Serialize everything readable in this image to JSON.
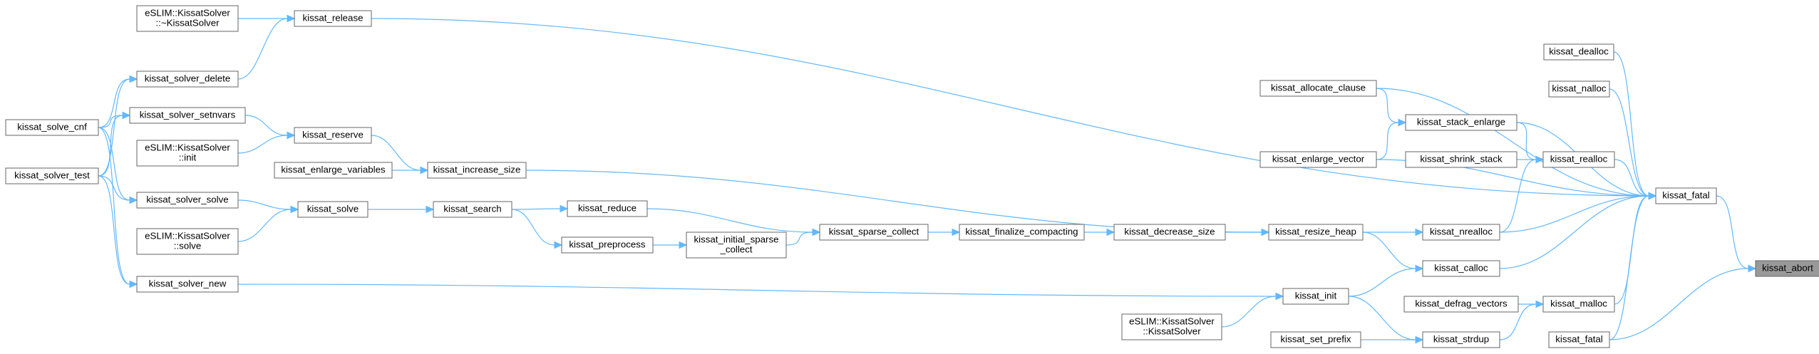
{
  "nodes": [
    {
      "id": "abort",
      "lines": [
        "kissat_abort"
      ],
      "root": true
    },
    {
      "id": "fatal_c",
      "lines": [
        "kissat_fatal"
      ]
    },
    {
      "id": "fatal_l",
      "lines": [
        "kissat_fatal"
      ]
    },
    {
      "id": "dealloc",
      "lines": [
        "kissat_dealloc"
      ]
    },
    {
      "id": "nalloc",
      "lines": [
        "kissat_nalloc"
      ]
    },
    {
      "id": "realloc",
      "lines": [
        "kissat_realloc"
      ]
    },
    {
      "id": "nrealloc",
      "lines": [
        "kissat_nrealloc"
      ]
    },
    {
      "id": "calloc",
      "lines": [
        "kissat_calloc"
      ]
    },
    {
      "id": "malloc",
      "lines": [
        "kissat_malloc"
      ]
    },
    {
      "id": "strdup",
      "lines": [
        "kissat_strdup"
      ]
    },
    {
      "id": "allocate_clause",
      "lines": [
        "kissat_allocate_clause"
      ]
    },
    {
      "id": "stack_enlarge",
      "lines": [
        "kissat_stack_enlarge"
      ]
    },
    {
      "id": "shrink_stack",
      "lines": [
        "kissat_shrink_stack"
      ]
    },
    {
      "id": "enlarge_vector",
      "lines": [
        "kissat_enlarge_vector"
      ]
    },
    {
      "id": "resize_heap",
      "lines": [
        "kissat_resize_heap"
      ]
    },
    {
      "id": "init",
      "lines": [
        "kissat_init"
      ]
    },
    {
      "id": "defrag_vectors",
      "lines": [
        "kissat_defrag_vectors"
      ]
    },
    {
      "id": "set_prefix",
      "lines": [
        "kissat_set_prefix"
      ]
    },
    {
      "id": "eslim_ctor",
      "lines": [
        "eSLIM::KissatSolver",
        "::KissatSolver"
      ]
    },
    {
      "id": "decrease_size",
      "lines": [
        "kissat_decrease_size"
      ]
    },
    {
      "id": "finalize_compacting",
      "lines": [
        "kissat_finalize_compacting"
      ]
    },
    {
      "id": "sparse_collect",
      "lines": [
        "kissat_sparse_collect"
      ]
    },
    {
      "id": "initial_sparse",
      "lines": [
        "kissat_initial_sparse",
        "_collect"
      ]
    },
    {
      "id": "reduce",
      "lines": [
        "kissat_reduce"
      ]
    },
    {
      "id": "preprocess",
      "lines": [
        "kissat_preprocess"
      ]
    },
    {
      "id": "search",
      "lines": [
        "kissat_search"
      ]
    },
    {
      "id": "increase_size",
      "lines": [
        "kissat_increase_size"
      ]
    },
    {
      "id": "enlarge_variables",
      "lines": [
        "kissat_enlarge_variables"
      ]
    },
    {
      "id": "reserve",
      "lines": [
        "kissat_reserve"
      ]
    },
    {
      "id": "solve",
      "lines": [
        "kissat_solve"
      ]
    },
    {
      "id": "release",
      "lines": [
        "kissat_release"
      ]
    },
    {
      "id": "solver_delete",
      "lines": [
        "kissat_solver_delete"
      ]
    },
    {
      "id": "solver_setnvars",
      "lines": [
        "kissat_solver_setnvars"
      ]
    },
    {
      "id": "eslim_init",
      "lines": [
        "eSLIM::KissatSolver",
        "::init"
      ]
    },
    {
      "id": "solver_solve",
      "lines": [
        "kissat_solver_solve"
      ]
    },
    {
      "id": "eslim_solve",
      "lines": [
        "eSLIM::KissatSolver",
        "::solve"
      ]
    },
    {
      "id": "solver_new",
      "lines": [
        "kissat_solver_new"
      ]
    },
    {
      "id": "eslim_dtor",
      "lines": [
        "eSLIM::KissatSolver",
        "::~KissatSolver"
      ]
    },
    {
      "id": "solve_cnf",
      "lines": [
        "kissat_solve_cnf"
      ]
    },
    {
      "id": "solver_test",
      "lines": [
        "kissat_solver_test"
      ]
    }
  ],
  "edges": [
    [
      "fatal_c",
      "abort"
    ],
    [
      "fatal_l",
      "abort"
    ],
    [
      "dealloc",
      "fatal_c"
    ],
    [
      "nalloc",
      "fatal_c"
    ],
    [
      "realloc",
      "fatal_c"
    ],
    [
      "nrealloc",
      "fatal_c"
    ],
    [
      "calloc",
      "fatal_c"
    ],
    [
      "malloc",
      "fatal_c"
    ],
    [
      "fatal_l",
      "fatal_c"
    ],
    [
      "allocate_clause",
      "fatal_c"
    ],
    [
      "stack_enlarge",
      "fatal_c"
    ],
    [
      "enlarge_vector",
      "fatal_c"
    ],
    [
      "release",
      "fatal_c"
    ],
    [
      "stack_enlarge",
      "realloc"
    ],
    [
      "shrink_stack",
      "realloc"
    ],
    [
      "nrealloc",
      "realloc"
    ],
    [
      "allocate_clause",
      "stack_enlarge"
    ],
    [
      "enlarge_vector",
      "stack_enlarge"
    ],
    [
      "resize_heap",
      "nrealloc"
    ],
    [
      "resize_heap",
      "calloc"
    ],
    [
      "init",
      "calloc"
    ],
    [
      "defrag_vectors",
      "malloc"
    ],
    [
      "strdup",
      "malloc"
    ],
    [
      "init",
      "strdup"
    ],
    [
      "set_prefix",
      "strdup"
    ],
    [
      "eslim_ctor",
      "init"
    ],
    [
      "solver_new",
      "init"
    ],
    [
      "decrease_size",
      "resize_heap"
    ],
    [
      "increase_size",
      "resize_heap"
    ],
    [
      "finalize_compacting",
      "decrease_size"
    ],
    [
      "sparse_collect",
      "finalize_compacting"
    ],
    [
      "reduce",
      "sparse_collect"
    ],
    [
      "initial_sparse",
      "sparse_collect"
    ],
    [
      "preprocess",
      "initial_sparse"
    ],
    [
      "search",
      "reduce"
    ],
    [
      "search",
      "preprocess"
    ],
    [
      "enlarge_variables",
      "increase_size"
    ],
    [
      "reserve",
      "increase_size"
    ],
    [
      "solve",
      "search"
    ],
    [
      "solver_setnvars",
      "reserve"
    ],
    [
      "eslim_init",
      "reserve"
    ],
    [
      "solver_solve",
      "solve"
    ],
    [
      "eslim_solve",
      "solve"
    ],
    [
      "eslim_dtor",
      "release"
    ],
    [
      "solver_delete",
      "release"
    ],
    [
      "solve_cnf",
      "solver_delete"
    ],
    [
      "solver_test",
      "solver_delete"
    ],
    [
      "solve_cnf",
      "solver_setnvars"
    ],
    [
      "solver_test",
      "solver_setnvars"
    ],
    [
      "solve_cnf",
      "solver_solve"
    ],
    [
      "solver_test",
      "solver_solve"
    ],
    [
      "solve_cnf",
      "solver_new"
    ],
    [
      "solver_test",
      "solver_new"
    ]
  ],
  "colors": {
    "edge": "#63b8ff",
    "node_border": "#666666",
    "root_fill": "#999999",
    "node_fill": "#ffffff"
  }
}
